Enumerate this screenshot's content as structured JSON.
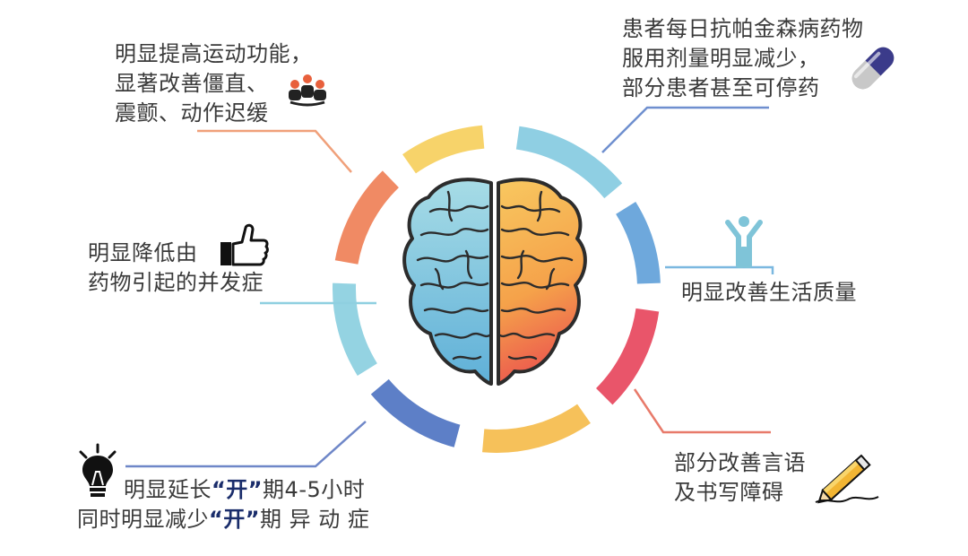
{
  "benefits": {
    "motor": {
      "lines": [
        "明显提高运动功能，",
        "显著改善僵直、",
        "震颤、动作迟缓"
      ],
      "icon": "people-group-icon",
      "color": "#f0a07a"
    },
    "medication": {
      "lines": [
        "患者每日抗帕金森病药物",
        "服用剂量明显减少，",
        "部分患者甚至可停药"
      ],
      "icon": "pill-capsule-icon",
      "color": "#6ea8dc"
    },
    "complications": {
      "lines": [
        "明显降低由",
        "药物引起的并发症"
      ],
      "icon": "thumbs-up-icon",
      "color": "#8fd0e0"
    },
    "quality_of_life": {
      "lines": [
        "明显改善生活质量"
      ],
      "icon": "person-raised-arms-icon",
      "color": "#7bb8e0"
    },
    "on_period": {
      "line1_pre": "明显延长",
      "line1_kai": "“开”",
      "line1_post": "期4-5小时",
      "line2_pre": "同时明显减少",
      "line2_kai": "“开”",
      "line2_post": "期 异 动 症",
      "icon": "light-bulb-icon",
      "color": "#6f87c8"
    },
    "speech": {
      "lines": [
        "部分改善言语",
        "及书写障碍"
      ],
      "icon": "pencil-writing-icon",
      "color": "#e87a6a"
    }
  },
  "center": {
    "icon": "brain-icon",
    "left_color": "#7cc3dc",
    "right_color": "#f5b84a"
  },
  "ring_colors": {
    "top_left": "#f7d36a",
    "top_right": "#8fcfe3",
    "right_upper": "#6ea8dc",
    "right_lower": "#e9556a",
    "bottom_right": "#f6c15a",
    "bottom_left": "#5d7fc7",
    "left_lower": "#94d3e2",
    "left_upper": "#f08a64"
  }
}
